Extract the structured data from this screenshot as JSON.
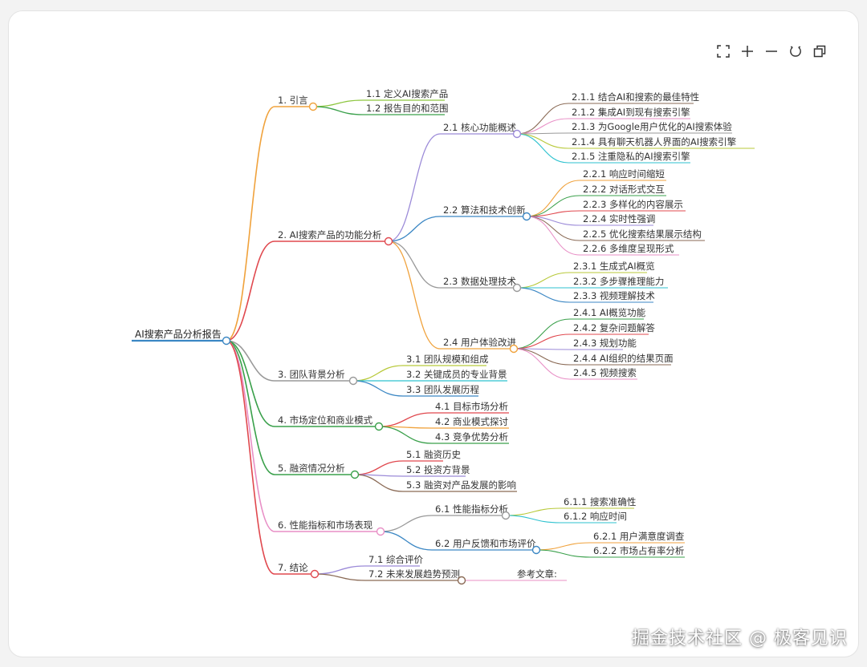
{
  "toolbar": {
    "fit_label": "fullscreen",
    "zoom_in_label": "zoom in",
    "zoom_out_label": "zoom out",
    "reset_label": "reset",
    "copy_label": "copy"
  },
  "mindmap": {
    "root": "AI搜索产品分析报告",
    "branches": [
      {
        "label": "1. 引言",
        "color": "#f0a23c",
        "children": [
          {
            "label": "1.1 定义AI搜索产品",
            "color": "#8dc63f"
          },
          {
            "label": "1.2 报告目的和范围",
            "color": "#3aa04b"
          }
        ]
      },
      {
        "label": "2. AI搜索产品的功能分析",
        "color": "#e0484e",
        "children": [
          {
            "label": "2.1 核心功能概述",
            "color": "#9b8ad8",
            "children": [
              {
                "label": "2.1.1 结合AI和搜索的最佳特性",
                "color": "#8a6a55"
              },
              {
                "label": "2.1.2 集成AI到现有搜索引擎",
                "color": "#e88fc6"
              },
              {
                "label": "2.1.3 为Google用户优化的AI搜索体验",
                "color": "#999999"
              },
              {
                "label": "2.1.4 具有聊天机器人界面的AI搜索引擎",
                "color": "#b8c93a"
              },
              {
                "label": "2.1.5 注重隐私的AI搜索引擎",
                "color": "#2ec2cf"
              }
            ]
          },
          {
            "label": "2.2 算法和技术创新",
            "color": "#3b87c4",
            "children": [
              {
                "label": "2.2.1 响应时间缩短",
                "color": "#f0a23c"
              },
              {
                "label": "2.2.2 对话形式交互",
                "color": "#3aa04b"
              },
              {
                "label": "2.2.3 多样化的内容展示",
                "color": "#e0484e"
              },
              {
                "label": "2.2.4 实时性强调",
                "color": "#9b8ad8"
              },
              {
                "label": "2.2.5 优化搜索结果展示结构",
                "color": "#8a6a55"
              },
              {
                "label": "2.2.6 多维度呈现形式",
                "color": "#e88fc6"
              }
            ]
          },
          {
            "label": "2.3 数据处理技术",
            "color": "#999999",
            "children": [
              {
                "label": "2.3.1 生成式AI概览",
                "color": "#b8c93a"
              },
              {
                "label": "2.3.2 多步骤推理能力",
                "color": "#2ec2cf"
              },
              {
                "label": "2.3.3 视频理解技术",
                "color": "#3b87c4"
              }
            ]
          },
          {
            "label": "2.4 用户体验改进",
            "color": "#f0a23c",
            "children": [
              {
                "label": "2.4.1 AI概览功能",
                "color": "#3aa04b"
              },
              {
                "label": "2.4.2 复杂问题解答",
                "color": "#e0484e"
              },
              {
                "label": "2.4.3 规划功能",
                "color": "#9b8ad8"
              },
              {
                "label": "2.4.4 AI组织的结果页面",
                "color": "#8a6a55"
              },
              {
                "label": "2.4.5 视频搜索",
                "color": "#e88fc6"
              }
            ]
          }
        ]
      },
      {
        "label": "3. 团队背景分析",
        "color": "#999999",
        "children": [
          {
            "label": "3.1 团队规模和组成",
            "color": "#b8c93a"
          },
          {
            "label": "3.2 关键成员的专业背景",
            "color": "#2ec2cf"
          },
          {
            "label": "3.3 团队发展历程",
            "color": "#3b87c4"
          }
        ]
      },
      {
        "label": "4. 市场定位和商业模式",
        "color": "#3aa04b",
        "children": [
          {
            "label": "4.1 目标市场分析",
            "color": "#e0484e"
          },
          {
            "label": "4.2 商业模式探讨",
            "color": "#f0a23c"
          },
          {
            "label": "4.3 竞争优势分析",
            "color": "#3aa04b"
          }
        ]
      },
      {
        "label": "5. 融资情况分析",
        "color": "#3aa04b",
        "children": [
          {
            "label": "5.1 融资历史",
            "color": "#e0484e"
          },
          {
            "label": "5.2 投资方背景",
            "color": "#9b8ad8"
          },
          {
            "label": "5.3 融资对产品发展的影响",
            "color": "#8a6a55"
          }
        ]
      },
      {
        "label": "6. 性能指标和市场表现",
        "color": "#e88fc6",
        "children": [
          {
            "label": "6.1 性能指标分析",
            "color": "#999999",
            "children": [
              {
                "label": "6.1.1 搜索准确性",
                "color": "#b8c93a"
              },
              {
                "label": "6.1.2 响应时间",
                "color": "#2ec2cf"
              }
            ]
          },
          {
            "label": "6.2 用户反馈和市场评价",
            "color": "#3b87c4",
            "children": [
              {
                "label": "6.2.1 用户满意度调查",
                "color": "#f0a23c"
              },
              {
                "label": "6.2.2 市场占有率分析",
                "color": "#3aa04b"
              }
            ]
          }
        ]
      },
      {
        "label": "7. 结论",
        "color": "#e0484e",
        "children": [
          {
            "label": "7.1 综合评价",
            "color": "#9b8ad8"
          },
          {
            "label": "7.2 未来发展趋势预测",
            "color": "#8a6a55",
            "children": [
              {
                "label": "参考文章:",
                "color": "#e88fc6"
              }
            ]
          }
        ]
      }
    ]
  },
  "watermark": "掘金技术社区 @ 极客见识"
}
